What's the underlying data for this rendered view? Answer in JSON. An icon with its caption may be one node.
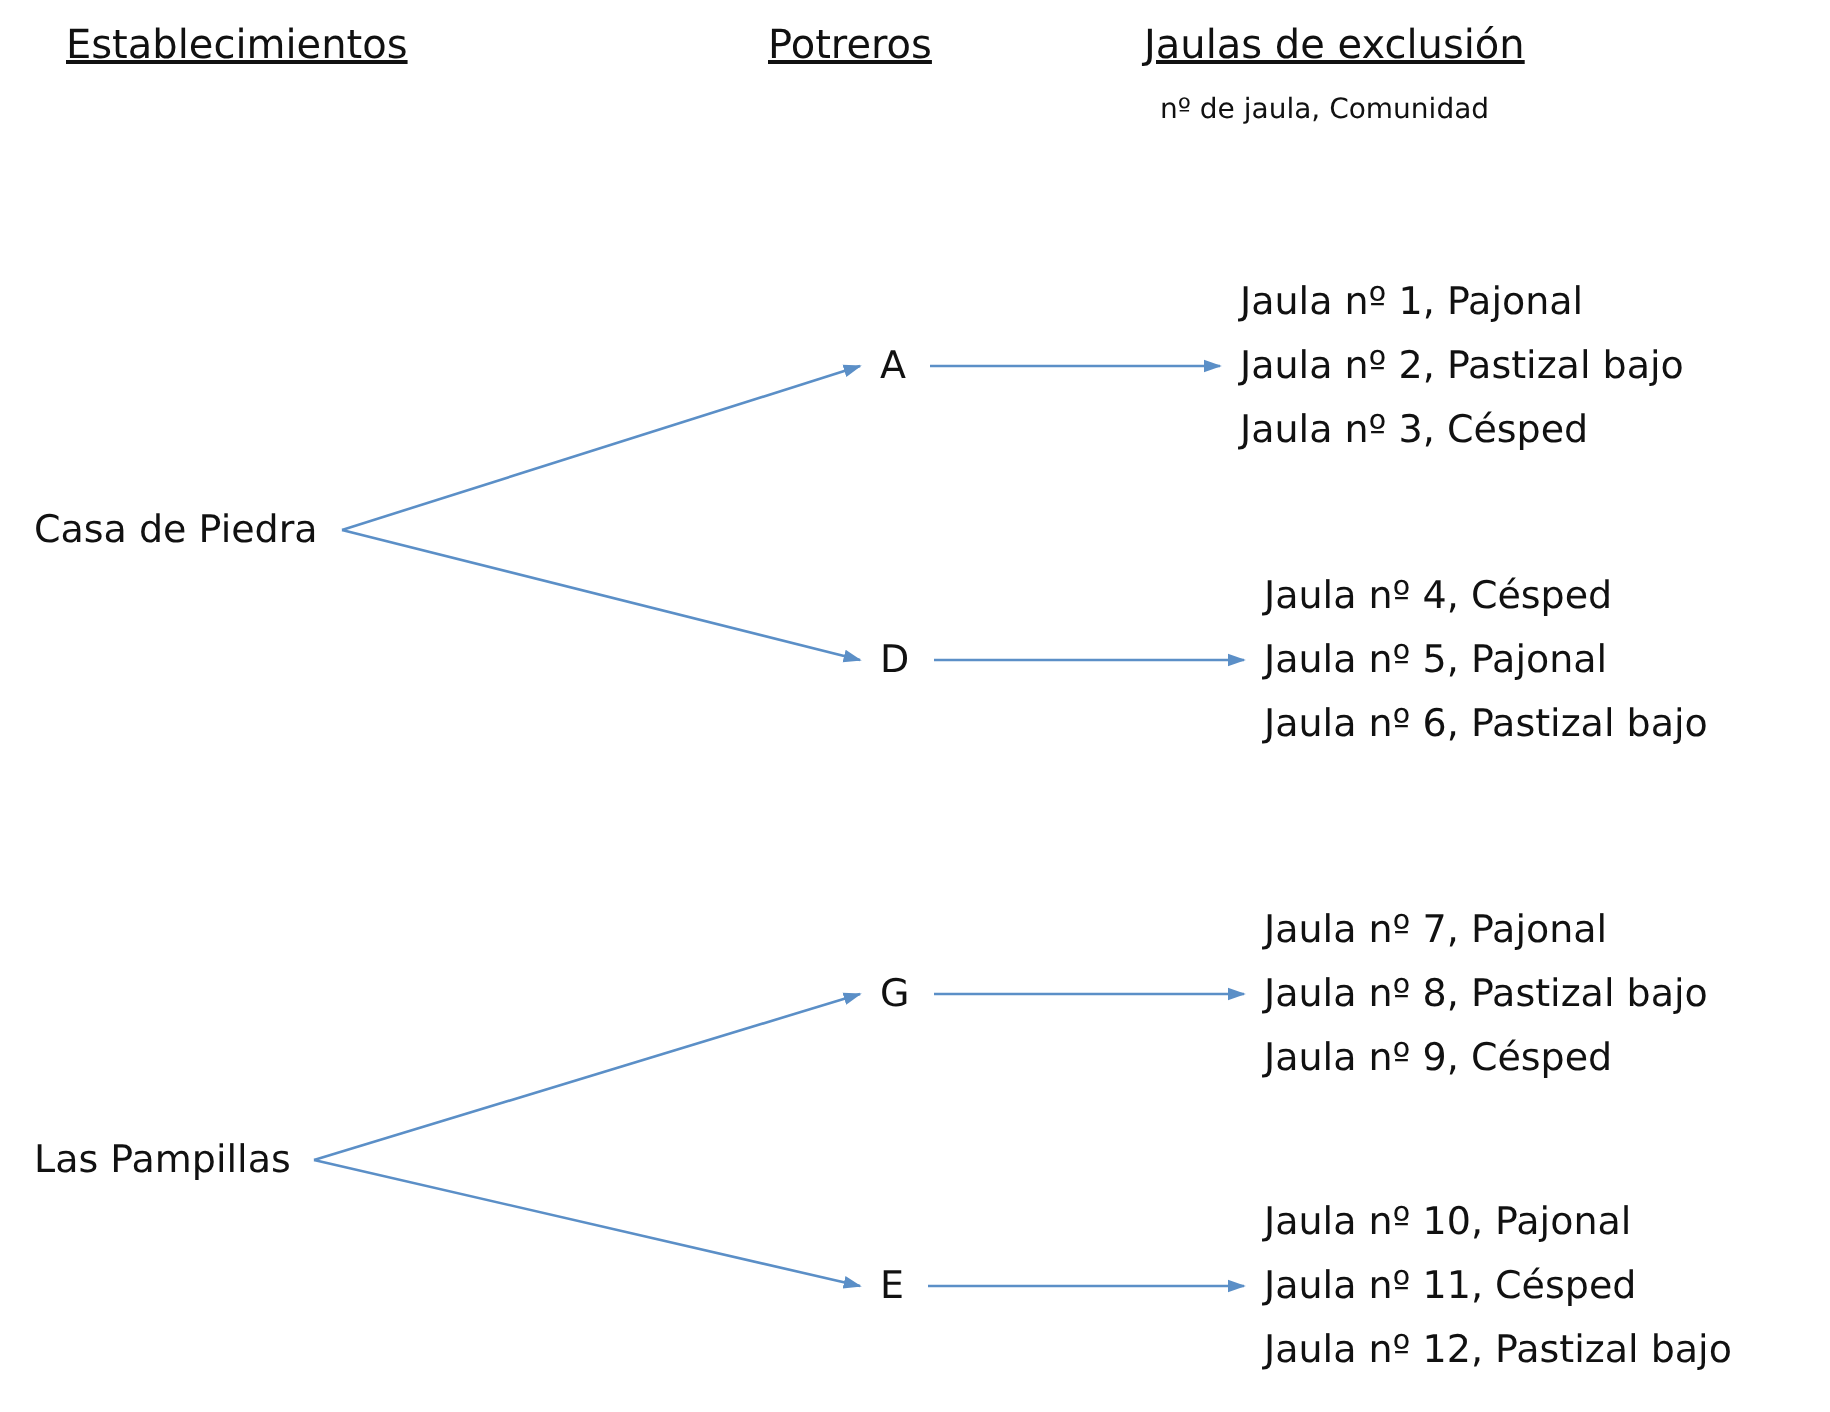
{
  "diagram": {
    "nodes": [
      {
        "text": [
          "Casa de Piedra"
        ]
      },
      {
        "text": [
          "A"
        ]
      },
      {
        "text": [
          "D"
        ]
      },
      {
        "text": [
          "Las Pampillas"
        ]
      },
      {
        "text": [
          "G"
        ]
      },
      {
        "text": [
          "E"
        ]
      },
      {
        "text": [
          "Jaula nº 1, Pajonal",
          "Jaula nº 2, Pastizal bajo",
          "Jaula nº 3, Césped"
        ]
      },
      {
        "text": [
          "Jaula nº 4, Césped",
          "Jaula nº 5, Pajonal",
          "Jaula nº 6, Pastizal bajo"
        ]
      },
      {
        "text": [
          "Jaula nº 7, Pajonal",
          "Jaula nº 8, Pastizal bajo",
          "Jaula nº 9, Césped"
        ]
      },
      {
        "text": [
          "Jaula nº 10, Pajonal",
          "Jaula nº 11, Césped",
          "Jaula nº 12, Pastizal bajo"
        ]
      }
    ],
    "edges": [
      {
        "from": 0,
        "to": 1,
        "arrow": "to"
      },
      {
        "from": 0,
        "to": 2,
        "arrow": "to"
      },
      {
        "from": 1,
        "to": 6,
        "arrow": "to"
      },
      {
        "from": 2,
        "to": 7,
        "arrow": "to"
      },
      {
        "from": 3,
        "to": 4,
        "arrow": "to"
      },
      {
        "from": 3,
        "to": 5,
        "arrow": "to"
      },
      {
        "from": 4,
        "to": 8,
        "arrow": "to"
      },
      {
        "from": 5,
        "to": 9,
        "arrow": "to"
      }
    ],
    "labels": [
      "Establecimientos",
      "Potreros",
      "Jaulas de exclusión",
      "nº de jaula, Comunidad"
    ]
  }
}
